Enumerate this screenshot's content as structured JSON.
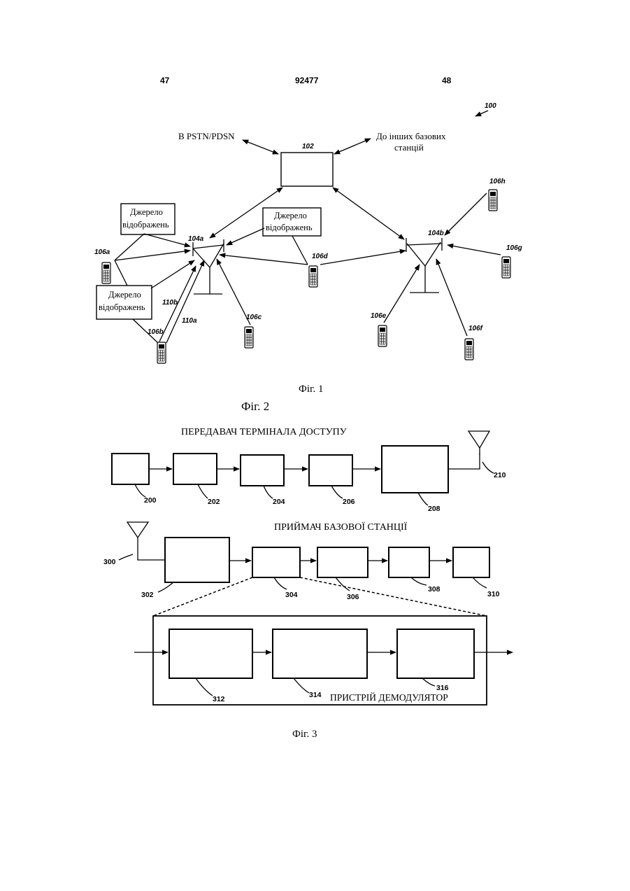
{
  "header": {
    "left_page": "47",
    "patent_number": "92477",
    "right_page": "48"
  },
  "fig1": {
    "system_ref": "100",
    "bsc_ref": "102",
    "pstn_label": "В PSTN/PDSN",
    "other_bs_line1": "До інших базових",
    "other_bs_line2": "станцій",
    "bs_a": "104a",
    "bs_b": "104b",
    "terminals": [
      "106a",
      "106b",
      "106c",
      "106d",
      "106e",
      "106f",
      "106g",
      "106h"
    ],
    "link_a": "110a",
    "link_b": "110b",
    "source_line1": "Джерело",
    "source_line2": "відображень",
    "caption": "Фіг. 1"
  },
  "fig2": {
    "caption": "Фіг. 2",
    "title": "ПЕРЕДАВАЧ ТЕРМІНАЛА ДОСТУПУ",
    "refs": [
      "200",
      "202",
      "204",
      "206",
      "208",
      "210"
    ]
  },
  "fig3": {
    "title": "ПРИЙМАЧ БАЗОВОЇ СТАНЦІЇ",
    "refs": [
      "300",
      "302",
      "304",
      "306",
      "308",
      "310"
    ],
    "demod_refs": [
      "312",
      "314",
      "316"
    ],
    "demod_label": "ПРИСТРІЙ ДЕМОДУЛЯТОР",
    "caption": "Фіг. 3"
  }
}
